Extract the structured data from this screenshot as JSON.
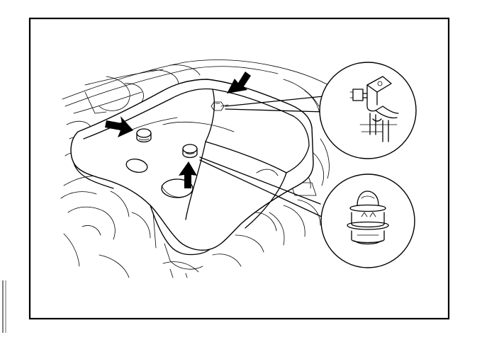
{
  "figure": {
    "subject": "engine-cover-removal",
    "callouts": [
      {
        "id": "clip-rear",
        "icon": "clip-bracket-icon"
      },
      {
        "id": "grommet-front",
        "icon": "rubber-grommet-icon"
      }
    ],
    "arrows": 3
  },
  "colors": {
    "ink": "#000000",
    "paper": "#ffffff"
  }
}
